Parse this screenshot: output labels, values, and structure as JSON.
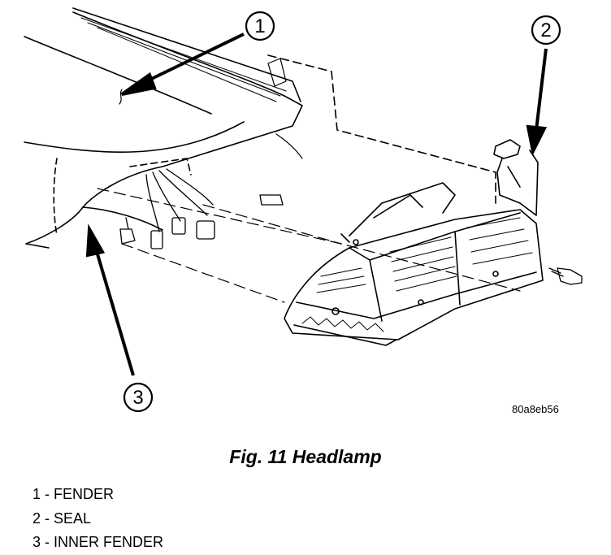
{
  "figure": {
    "image_code": "80a8eb56",
    "caption": "Fig. 11 Headlamp"
  },
  "callouts": [
    {
      "number": "1"
    },
    {
      "number": "2"
    },
    {
      "number": "3"
    }
  ],
  "legend": [
    {
      "text": "1 - FENDER"
    },
    {
      "text": "2 - SEAL"
    },
    {
      "text": "3 - INNER FENDER"
    }
  ]
}
